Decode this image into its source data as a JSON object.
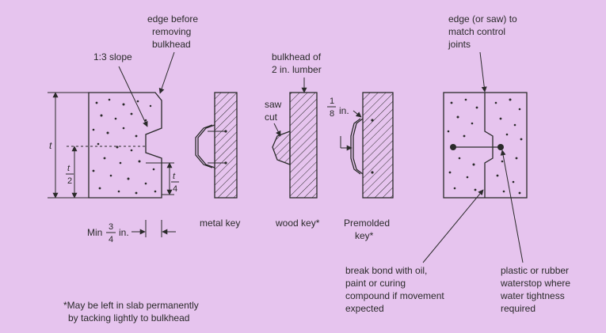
{
  "labels": {
    "edge_before": [
      "edge before",
      "removing",
      "bulkhead"
    ],
    "slope": "1:3 slope",
    "t": "t",
    "t_half_num": "t",
    "t_half_den": "2",
    "key_frac_num": "t",
    "key_frac_den": "4",
    "min_prefix": "Min",
    "min_num": "3",
    "min_den": "4",
    "min_unit": "in.",
    "metal_key": "metal key",
    "bulkhead_lumber": [
      "bulkhead of",
      "2 in. lumber"
    ],
    "saw_cut": [
      "saw",
      "cut"
    ],
    "wood_key": "wood key*",
    "eighth_num": "1",
    "eighth_den": "8",
    "eighth_unit": "in.",
    "premolded": [
      "Premolded",
      "key*"
    ],
    "edge_saw": [
      "edge (or saw) to",
      "match control",
      "joints"
    ],
    "break_bond": [
      "break bond with oil,",
      "paint or curing",
      "compound if movement",
      "expected"
    ],
    "waterstop": [
      "plastic or rubber",
      "waterstop where",
      "water tightness",
      "required"
    ],
    "footnote": [
      "*May be left in slab permanently",
      "by tacking lightly to bulkhead"
    ]
  },
  "colors": {
    "background": "#e6c4ee",
    "ink": "#2a2a2a"
  }
}
